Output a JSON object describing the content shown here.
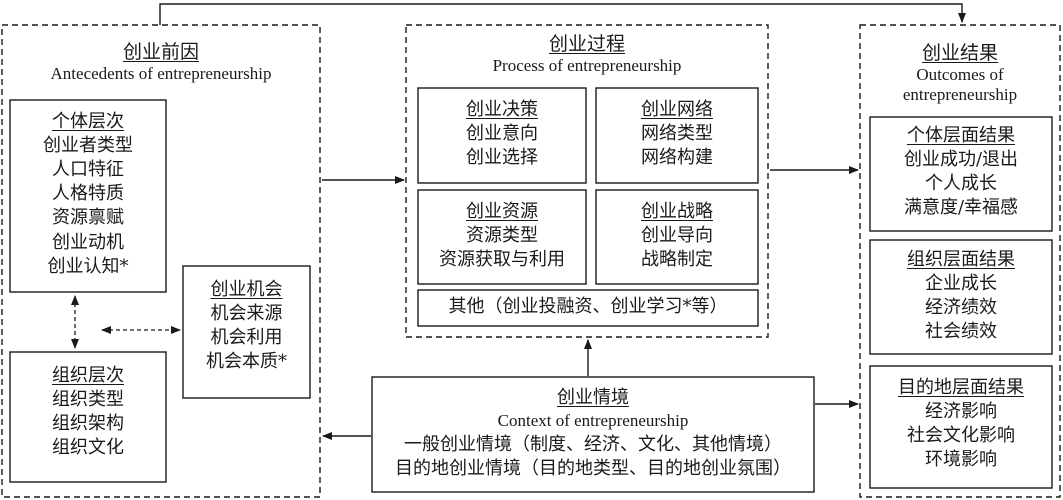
{
  "antecedents": {
    "title_cn": "创业前因",
    "title_en": "Antecedents of entrepreneurship",
    "individual": {
      "title": "个体层次",
      "items": [
        "创业者类型",
        "人口特征",
        "人格特质",
        "资源禀赋",
        "创业动机",
        "创业认知*"
      ]
    },
    "organization": {
      "title": "组织层次",
      "items": [
        "组织类型",
        "组织架构",
        "组织文化"
      ]
    },
    "opportunity": {
      "title": "创业机会",
      "items": [
        "机会来源",
        "机会利用",
        "机会本质*"
      ]
    }
  },
  "process": {
    "title_cn": "创业过程",
    "title_en": "Process of entrepreneurship",
    "decision": {
      "title": "创业决策",
      "items": [
        "创业意向",
        "创业选择"
      ]
    },
    "network": {
      "title": "创业网络",
      "items": [
        "网络类型",
        "网络构建"
      ]
    },
    "resources": {
      "title": "创业资源",
      "items": [
        "资源类型",
        "资源获取与利用"
      ]
    },
    "strategy": {
      "title": "创业战略",
      "items": [
        "创业导向",
        "战略制定"
      ]
    },
    "other": "其他（创业投融资、创业学习*等）"
  },
  "outcomes": {
    "title_cn": "创业结果",
    "title_en_line1": "Outcomes of",
    "title_en_line2": "entrepreneurship",
    "individual": {
      "title": "个体层面结果",
      "items": [
        "创业成功/退出",
        "个人成长",
        "满意度/幸福感"
      ]
    },
    "organization": {
      "title": "组织层面结果",
      "items": [
        "企业成长",
        "经济绩效",
        "社会绩效"
      ]
    },
    "destination": {
      "title": "目的地层面结果",
      "items": [
        "经济影响",
        "社会文化影响",
        "环境影响"
      ]
    }
  },
  "context": {
    "title_cn": "创业情境",
    "title_en": "Context of entrepreneurship",
    "line1": "一般创业情境（制度、经济、文化、其他情境）",
    "line2": "目的地创业情境（目的地类型、目的地创业氛围）"
  }
}
